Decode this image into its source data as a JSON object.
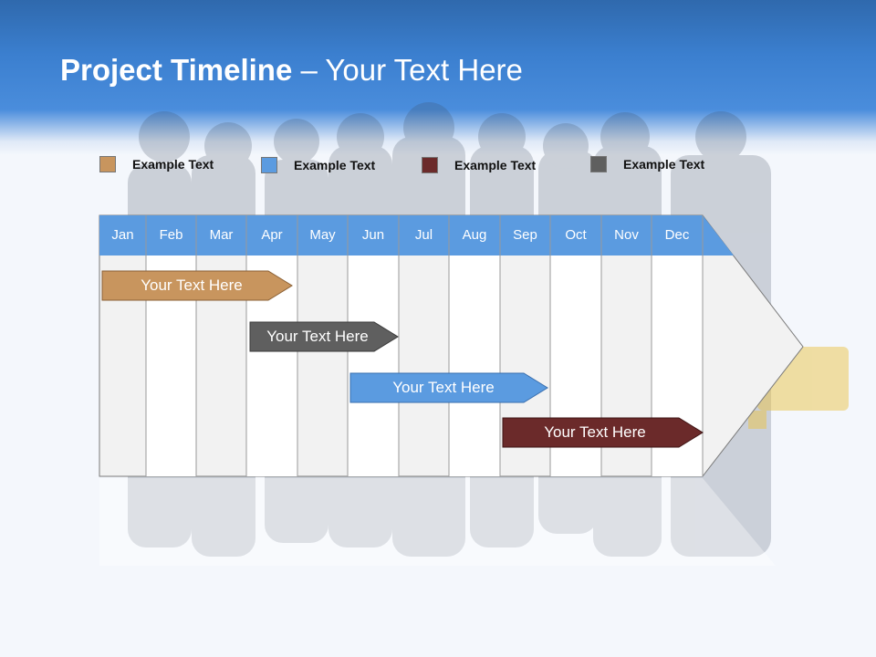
{
  "title": {
    "bold": "Project Timeline",
    "rest": " – Your Text Here"
  },
  "legend": [
    {
      "label": "Example Text",
      "color": "#c8955e"
    },
    {
      "label": "Example Text",
      "color": "#5b9be0"
    },
    {
      "label": "Example Text",
      "color": "#6b2a2a"
    },
    {
      "label": "Example Text",
      "color": "#5f5f5f"
    }
  ],
  "months": [
    "Jan",
    "Feb",
    "Mar",
    "Apr",
    "May",
    "Jun",
    "Jul",
    "Aug",
    "Sep",
    "Oct",
    "Nov",
    "Dec"
  ],
  "tasks": [
    {
      "label": "Your  Text Here",
      "color": "#c8955e"
    },
    {
      "label": "Your  Text Here",
      "color": "#5f5f5f"
    },
    {
      "label": "Your  Text Here",
      "color": "#5b9be0"
    },
    {
      "label": "Your  Text Here",
      "color": "#6b2a2a"
    }
  ],
  "colors": {
    "header": "#3b7fcf",
    "month_bar": "#5b9be0"
  }
}
